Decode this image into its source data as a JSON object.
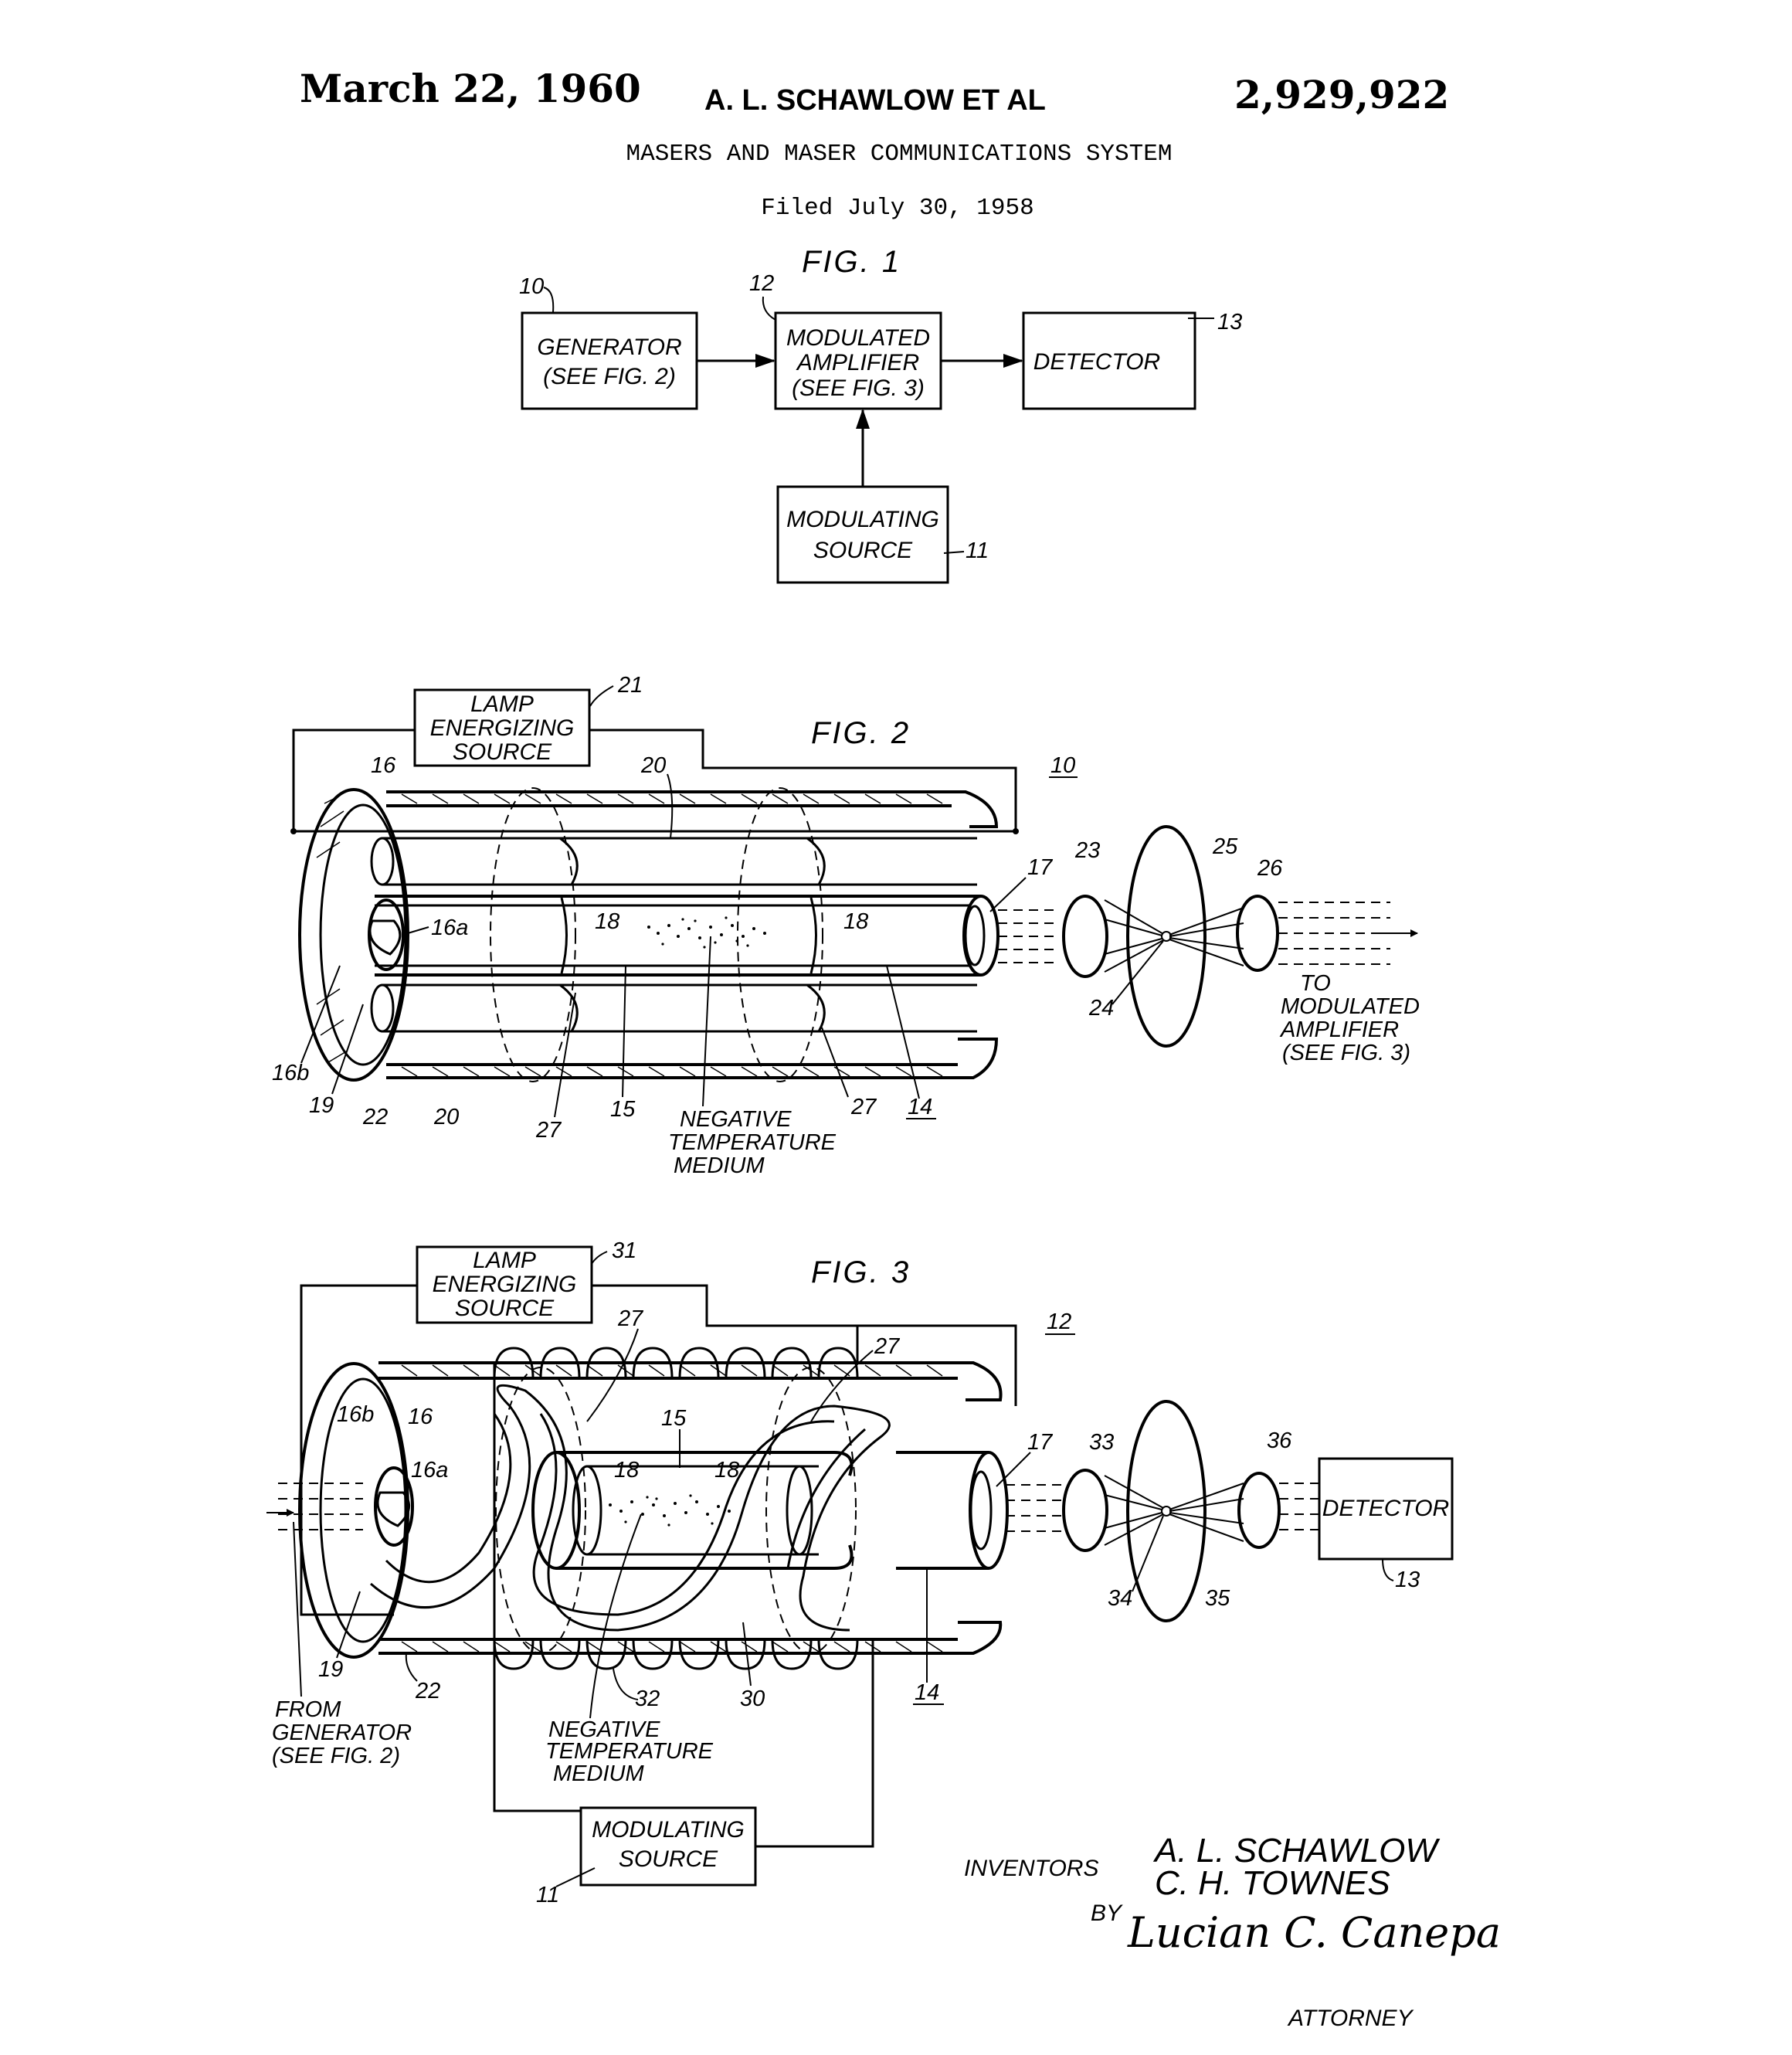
{
  "header": {
    "date": "March 22, 1960",
    "inventors": "A. L. SCHAWLOW ET AL",
    "patent_number": "2,929,922",
    "title": "MASERS AND MASER COMMUNICATIONS SYSTEM",
    "filed": "Filed July 30, 1958"
  },
  "fig1": {
    "title": "FIG. 1",
    "generator": [
      "GENERATOR",
      "(SEE FIG. 2)"
    ],
    "generator_ref": "10",
    "amplifier": [
      "MODULATED",
      "AMPLIFIER",
      "(SEE FIG. 3)"
    ],
    "amplifier_ref": "12",
    "detector": "DETECTOR",
    "detector_ref": "13",
    "modulating": [
      "MODULATING",
      "SOURCE"
    ],
    "modulating_ref": "11"
  },
  "fig2": {
    "title": "FIG. 2",
    "lamp": [
      "LAMP",
      "ENERGIZING",
      "SOURCE"
    ],
    "lamp_ref": "21",
    "assembly_ref": "10",
    "refs": {
      "r16": "16",
      "r20a": "20",
      "r16a": "16a",
      "r18a": "18",
      "r18b": "18",
      "r17": "17",
      "r23": "23",
      "r25": "25",
      "r26": "26",
      "r24": "24",
      "r16b": "16b",
      "r19": "19",
      "r22": "22",
      "r20b": "20",
      "r27a": "27",
      "r15": "15",
      "r27b": "27",
      "r14": "14"
    },
    "medium": [
      "NEGATIVE",
      "TEMPERATURE",
      "MEDIUM"
    ],
    "output": [
      "TO",
      "MODULATED",
      "AMPLIFIER",
      "(SEE FIG. 3)"
    ]
  },
  "fig3": {
    "title": "FIG. 3",
    "lamp": [
      "LAMP",
      "ENERGIZING",
      "SOURCE"
    ],
    "lamp_ref": "31",
    "assembly_ref": "12",
    "refs": {
      "r27a": "27",
      "r27b": "27",
      "r16b": "16b",
      "r16": "16",
      "r16a": "16a",
      "r15": "15",
      "r18a": "18",
      "r18b": "18",
      "r17": "17",
      "r33": "33",
      "r36": "36",
      "r34": "34",
      "r35": "35",
      "r19": "19",
      "r22": "22",
      "r32": "32",
      "r30": "30",
      "r14": "14",
      "r11": "11"
    },
    "detector": "DETECTOR",
    "detector_ref": "13",
    "input": [
      "FROM",
      "GENERATOR",
      "(SEE FIG. 2)"
    ],
    "medium": [
      "NEGATIVE",
      "TEMPERATURE",
      "MEDIUM"
    ],
    "modulating": [
      "MODULATING",
      "SOURCE"
    ]
  },
  "signature": {
    "inventors_label": "INVENTORS",
    "name1": "A. L. SCHAWLOW",
    "name2": "C. H. TOWNES",
    "by": "BY",
    "attorney_signature": "Lucian C. Canepa",
    "attorney_label": "ATTORNEY"
  }
}
